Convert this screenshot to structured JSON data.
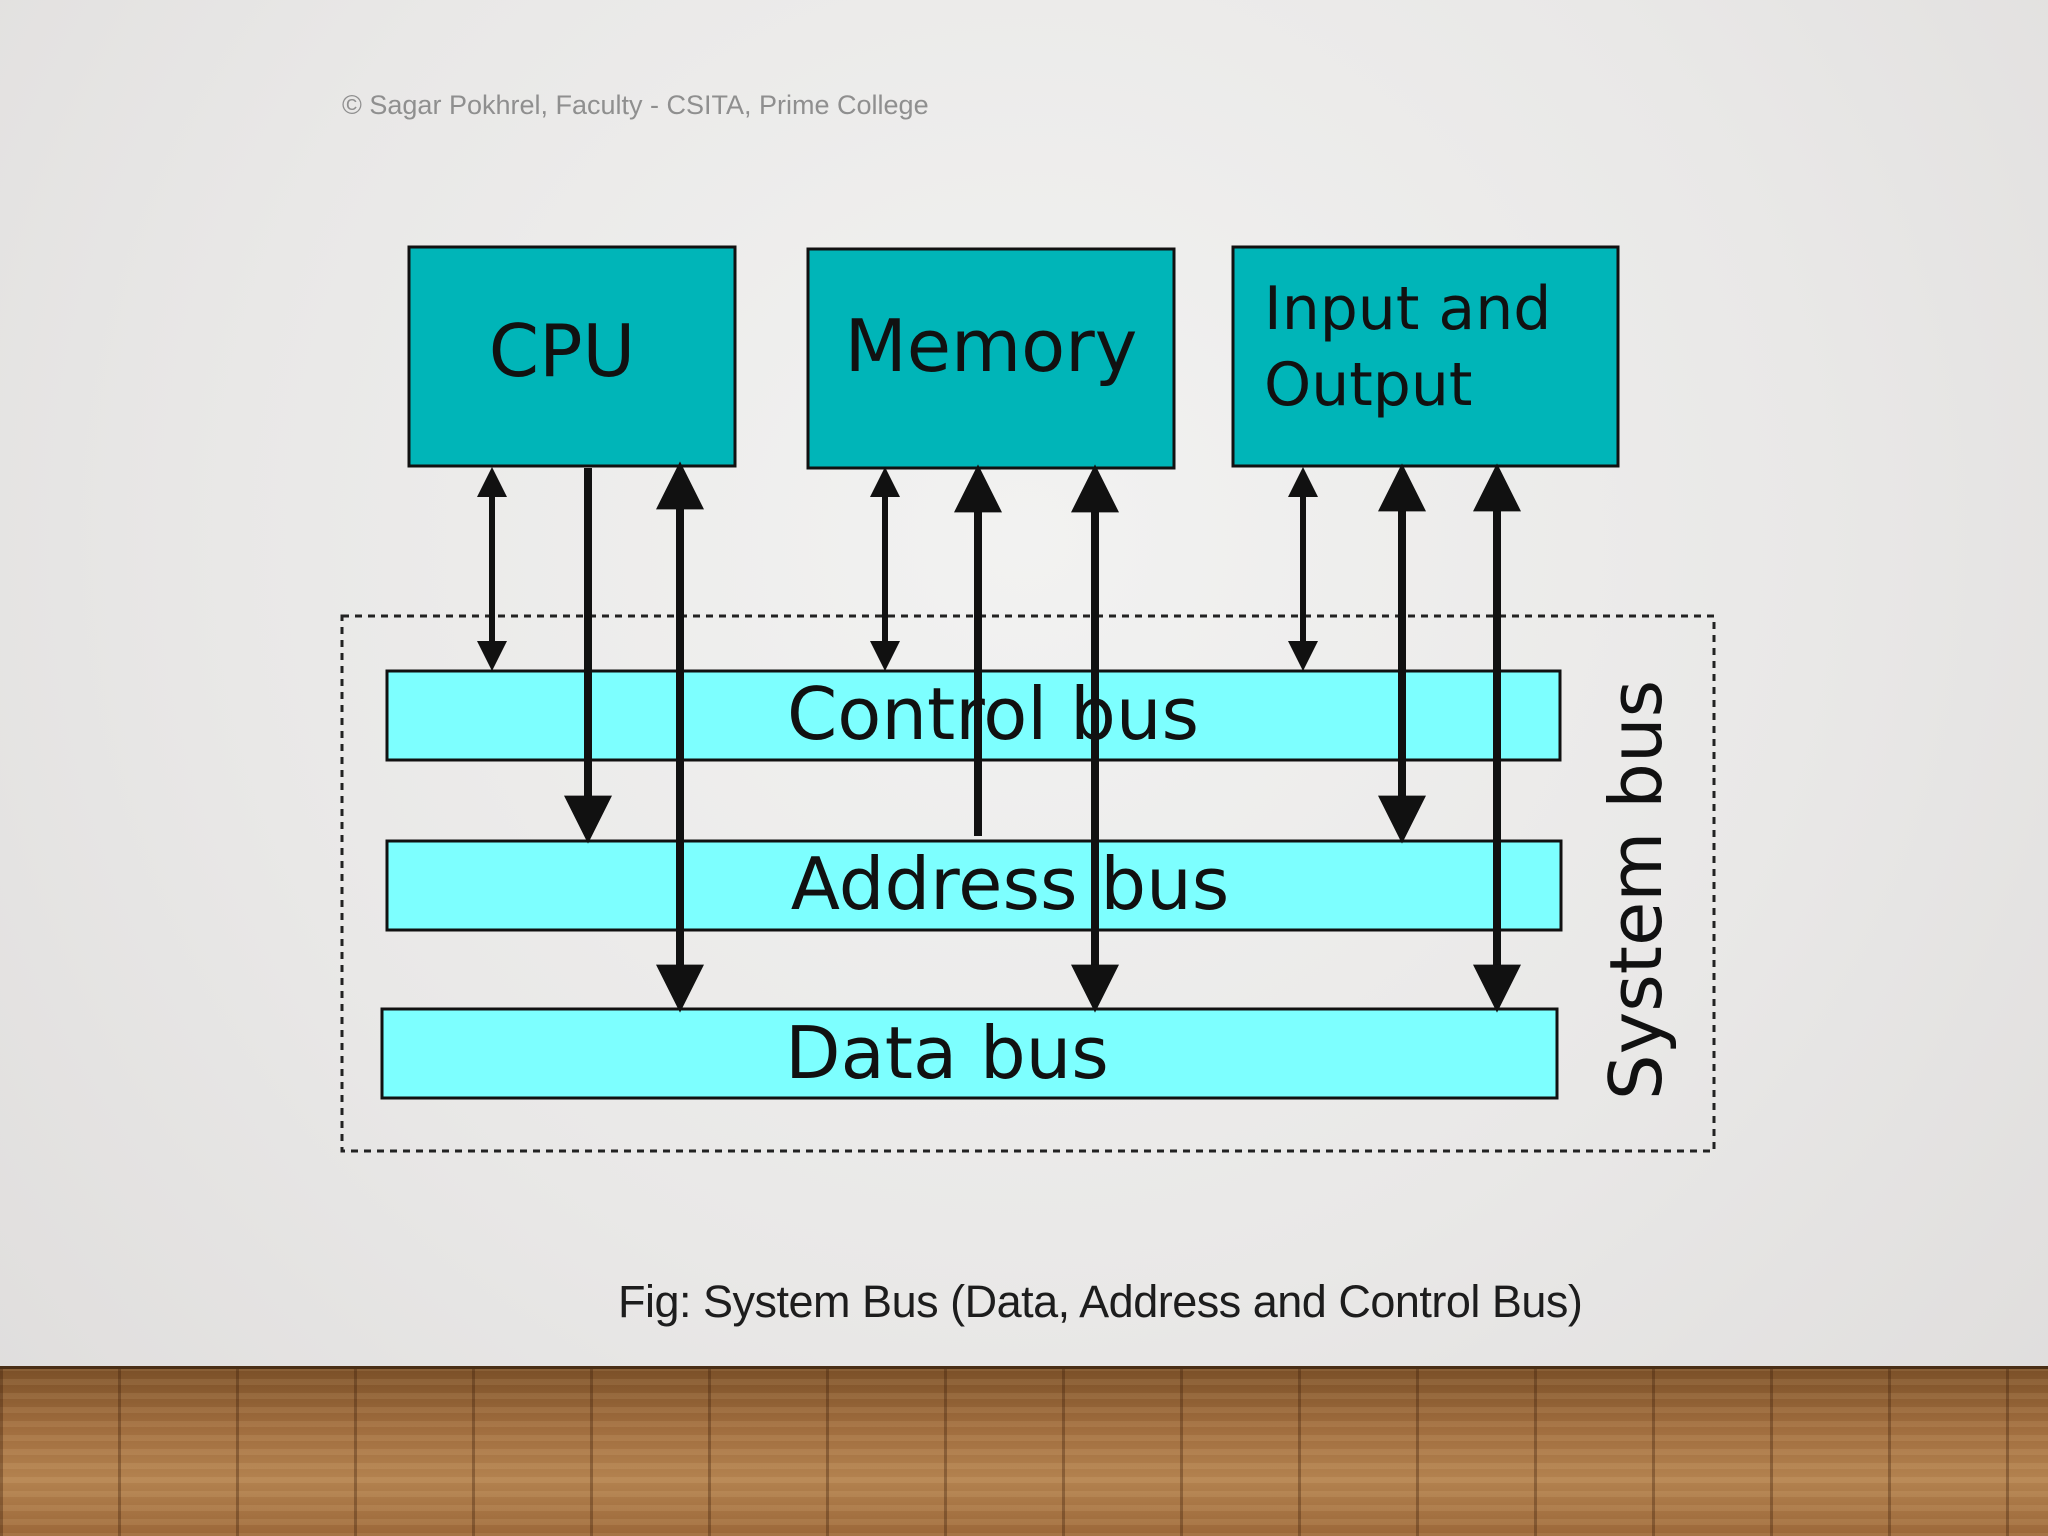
{
  "slide": {
    "copyright": "© Sagar Pokhrel, Faculty - CSITA, Prime College",
    "caption": "Fig: System Bus (Data, Address and Control Bus)"
  },
  "diagram": {
    "components": {
      "cpu": "CPU",
      "memory": "Memory",
      "io_line1": "Input and",
      "io_line2": "Output"
    },
    "buses": {
      "control": "Control bus",
      "address": "Address bus",
      "data": "Data bus"
    },
    "system_bus_label": "System bus",
    "colors": {
      "component_fill": "#00b5b8",
      "bus_fill": "#7dffff",
      "stroke": "#111111"
    }
  }
}
